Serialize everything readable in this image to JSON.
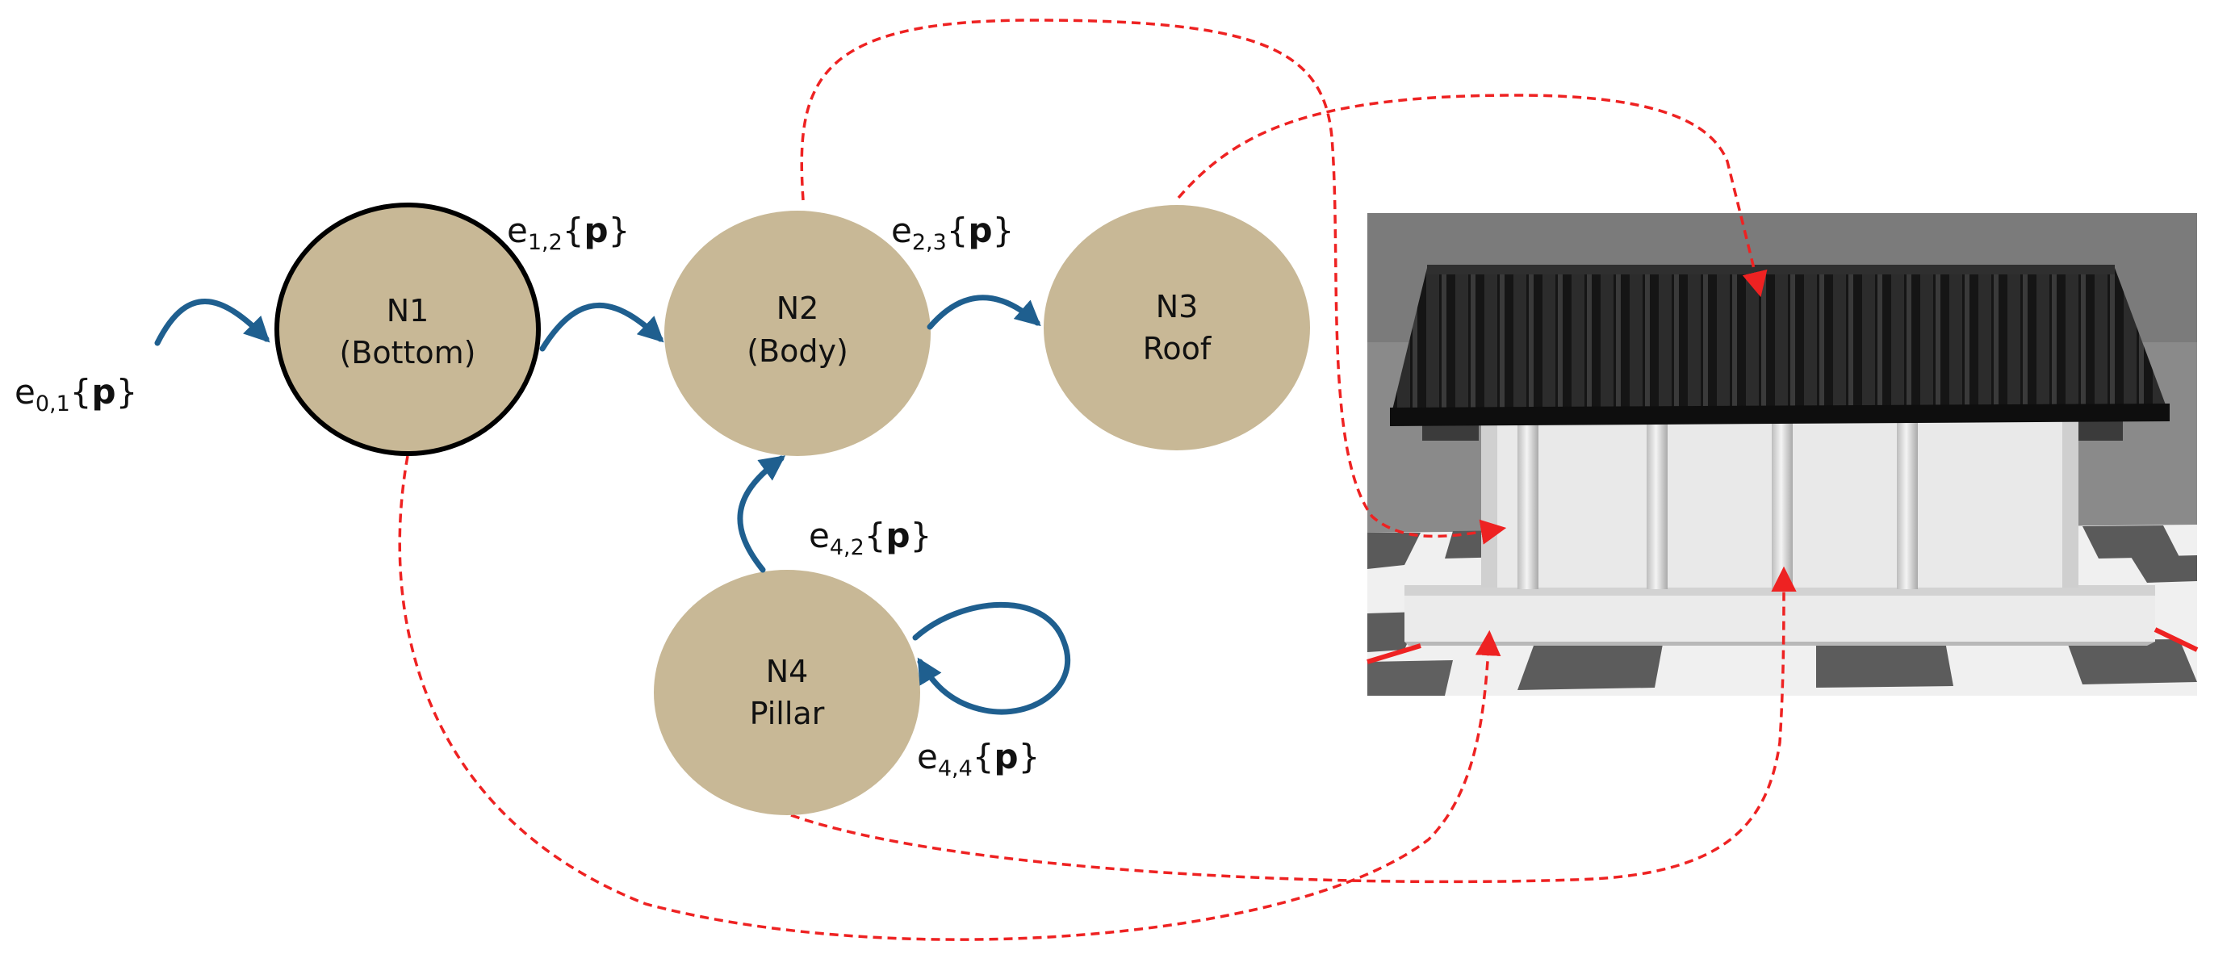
{
  "nodes": [
    {
      "id": "n1",
      "line1": "N1",
      "line2": "(Bottom)"
    },
    {
      "id": "n2",
      "line1": "N2",
      "line2": "(Body)"
    },
    {
      "id": "n3",
      "line1": "N3",
      "line2": "Roof"
    },
    {
      "id": "n4",
      "line1": "N4",
      "line2": "Pillar"
    }
  ],
  "edges": [
    {
      "id": "e01",
      "letter": "e",
      "sub": "0,1",
      "open": "{",
      "param": "p",
      "close": "}"
    },
    {
      "id": "e12",
      "letter": "e",
      "sub": "1,2",
      "open": "{",
      "param": "p",
      "close": "}"
    },
    {
      "id": "e23",
      "letter": "e",
      "sub": "2,3",
      "open": "{",
      "param": "p",
      "close": "}"
    },
    {
      "id": "e42",
      "letter": "e",
      "sub": "4,2",
      "open": "{",
      "param": "p",
      "close": "}"
    },
    {
      "id": "e44",
      "letter": "e",
      "sub": "4,4",
      "open": "{",
      "param": "p",
      "close": "}"
    }
  ],
  "colors": {
    "node_fill": "#c8b896",
    "node_start_border": "#000000",
    "graph_edge": "#1f5f8f",
    "mapping_arrow": "#ee2222",
    "roof": "#1b1b1b",
    "wall": "#e8e8e8",
    "scene_bg": "#8a8a8a"
  }
}
